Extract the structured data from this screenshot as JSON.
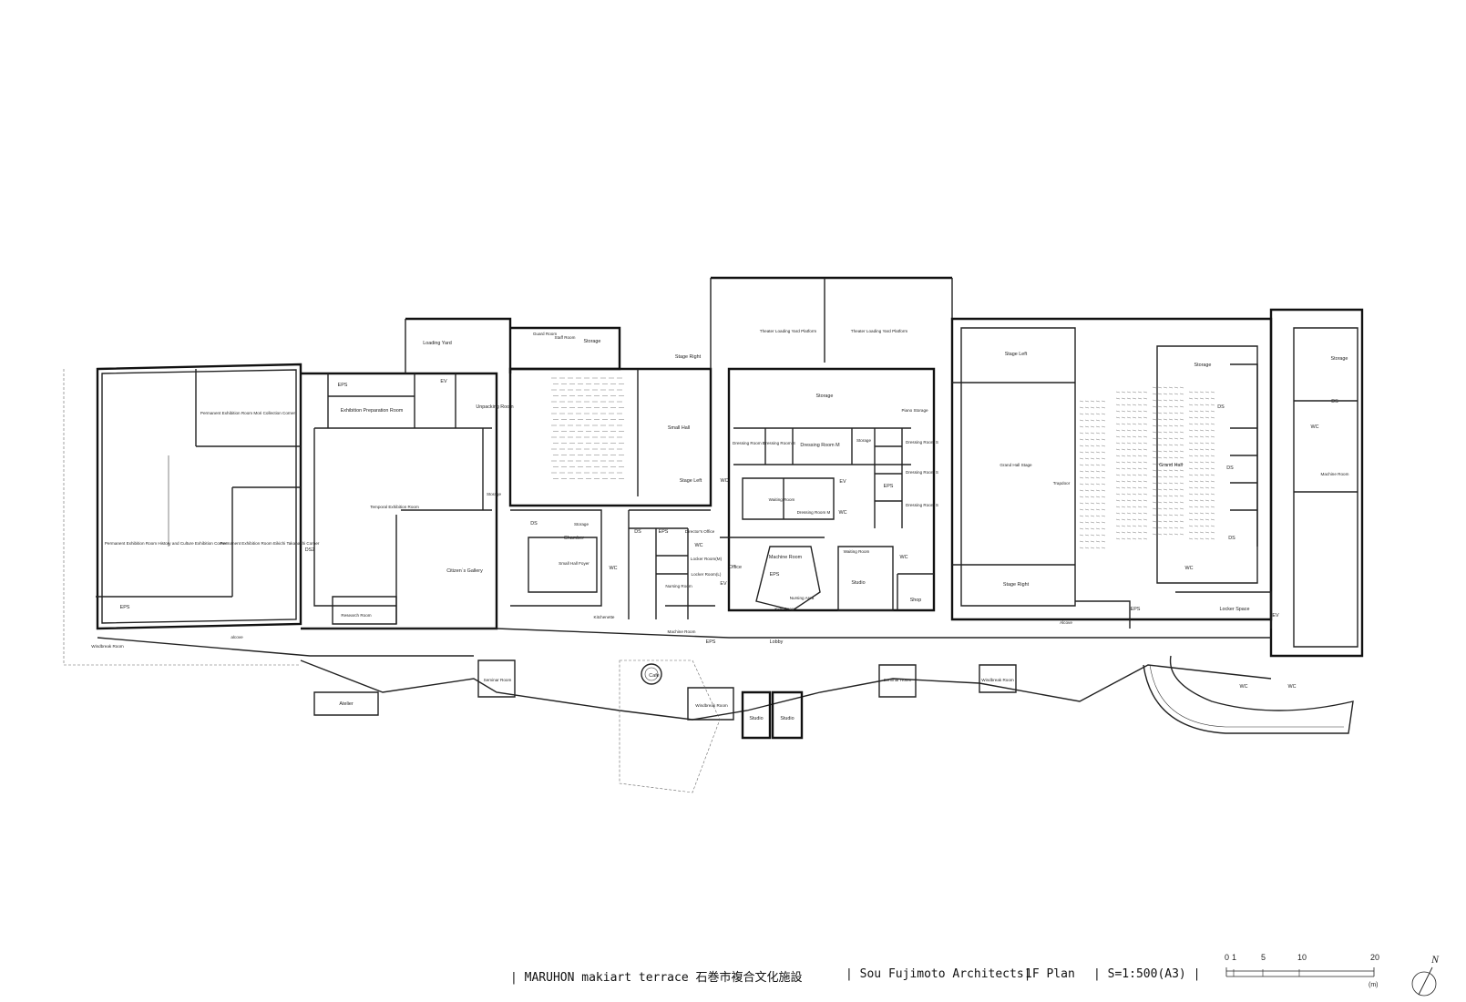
{
  "rooms": [
    {
      "id": "loading-yard",
      "label": "Loading Yard"
    },
    {
      "id": "guard-room",
      "label": "Guard Room"
    },
    {
      "id": "staff-room",
      "label": "Staff Room"
    },
    {
      "id": "storage-top",
      "label": "Storage"
    },
    {
      "id": "stage-right-small",
      "label": "Stage Right"
    },
    {
      "id": "theater-loading-1",
      "label": "Theater Loading Yard Platform"
    },
    {
      "id": "theater-loading-2",
      "label": "Theater Loading Yard Platform"
    },
    {
      "id": "stage-left-grand",
      "label": "Stage Left"
    },
    {
      "id": "storage-grand-back",
      "label": "Storage"
    },
    {
      "id": "storage-far-right",
      "label": "Storage"
    },
    {
      "id": "eps-1",
      "label": "EPS"
    },
    {
      "id": "ev-1",
      "label": "EV"
    },
    {
      "id": "unpacking-room",
      "label": "Unpacking Room"
    },
    {
      "id": "exhibition-prep",
      "label": "Exhibition Preparation Room"
    },
    {
      "id": "perm-mori",
      "label": "Permanent Exhibition Room Mori Collection Corner"
    },
    {
      "id": "small-hall",
      "label": "Small Hall"
    },
    {
      "id": "storage-center",
      "label": "Storage"
    },
    {
      "id": "piano-storage",
      "label": "Piano Storage"
    },
    {
      "id": "dressing-s1",
      "label": "Dressing Room S"
    },
    {
      "id": "dressing-s2",
      "label": "Dressing Room S"
    },
    {
      "id": "dressing-m1",
      "label": "Dressing Room M"
    },
    {
      "id": "storage-small",
      "label": "Storage"
    },
    {
      "id": "dressing-s3",
      "label": "Dressing Room S"
    },
    {
      "id": "dressing-s4",
      "label": "Dressing Room S"
    },
    {
      "id": "dressing-s5",
      "label": "Dressing Room S"
    },
    {
      "id": "grand-hall-stage",
      "label": "Grand Hall Stage"
    },
    {
      "id": "trapdoor",
      "label": "Trapdoor"
    },
    {
      "id": "grand-hall",
      "label": "Grand Hall"
    },
    {
      "id": "ds-1",
      "label": "DS"
    },
    {
      "id": "ds-2",
      "label": "DS"
    },
    {
      "id": "ds-3",
      "label": "DS"
    },
    {
      "id": "ds-4",
      "label": "DS"
    },
    {
      "id": "wc-right",
      "label": "WC"
    },
    {
      "id": "machine-room-right",
      "label": "Machine Room"
    },
    {
      "id": "stage-left-small",
      "label": "Stage Left"
    },
    {
      "id": "wc-1",
      "label": "WC"
    },
    {
      "id": "storage-mid",
      "label": "Storage"
    },
    {
      "id": "waiting-room-1",
      "label": "Waiting Room"
    },
    {
      "id": "dressing-m2",
      "label": "Dressing Room M"
    },
    {
      "id": "ev-2",
      "label": "EV"
    },
    {
      "id": "eps-2",
      "label": "EPS"
    },
    {
      "id": "wc-2",
      "label": "WC"
    },
    {
      "id": "temporal-exhibition",
      "label": "Temporal Exhibition Room"
    },
    {
      "id": "storage-chamber",
      "label": "Storage"
    },
    {
      "id": "chamber",
      "label": "Chamber"
    },
    {
      "id": "ds-left",
      "label": "DS"
    },
    {
      "id": "ds-mid",
      "label": "DS"
    },
    {
      "id": "eps-3",
      "label": "EPS"
    },
    {
      "id": "director-office",
      "label": "Director's Office"
    },
    {
      "id": "wc-3",
      "label": "WC"
    },
    {
      "id": "perm-history",
      "label": "Permanent Exhibition Room History and Culture Exhibition Corner"
    },
    {
      "id": "perm-eikichi",
      "label": "Permanent Exhibition Room Eikichi Takahashi Corner"
    },
    {
      "id": "ds2",
      "label": "DS2"
    },
    {
      "id": "citizens-gallery",
      "label": "Citizen`s Gallery"
    },
    {
      "id": "small-hall-foyer",
      "label": "Small Hall Foyer"
    },
    {
      "id": "wc-4",
      "label": "WC"
    },
    {
      "id": "locker-room-m",
      "label": "Locker Room(M)"
    },
    {
      "id": "locker-room-l",
      "label": "Locker Room(L)"
    },
    {
      "id": "office",
      "label": "Office"
    },
    {
      "id": "machine-room-center",
      "label": "Machine Room"
    },
    {
      "id": "waiting-room-2",
      "label": "Waiting Room"
    },
    {
      "id": "eps-4",
      "label": "EPS"
    },
    {
      "id": "ev-3",
      "label": "EV"
    },
    {
      "id": "studio-main",
      "label": "Studio"
    },
    {
      "id": "wc-5",
      "label": "WC"
    },
    {
      "id": "shop",
      "label": "Shop"
    },
    {
      "id": "stage-right-grand",
      "label": "Stage Right"
    },
    {
      "id": "wc-6",
      "label": "WC"
    },
    {
      "id": "eps-5",
      "label": "EPS"
    },
    {
      "id": "locker-space",
      "label": "Locker Space"
    },
    {
      "id": "ev-4",
      "label": "EV"
    },
    {
      "id": "nursing-room",
      "label": "Nursing Room"
    },
    {
      "id": "nursing-area",
      "label": "Nursing Area"
    },
    {
      "id": "kids-space",
      "label": "Kids Space"
    },
    {
      "id": "eps-6",
      "label": "EPS"
    },
    {
      "id": "research-room",
      "label": "Research Room"
    },
    {
      "id": "kitchenette",
      "label": "Kitchenette"
    },
    {
      "id": "machine-room-lower",
      "label": "Machine Room"
    },
    {
      "id": "alcove-left",
      "label": "alcove"
    },
    {
      "id": "alcove-right",
      "label": "Alcove"
    },
    {
      "id": "lobby",
      "label": "Lobby"
    },
    {
      "id": "eps-7",
      "label": "EPS"
    },
    {
      "id": "windbreak-left",
      "label": "Windbreak Room"
    },
    {
      "id": "seminar-1",
      "label": "Seminar Room"
    },
    {
      "id": "cafe",
      "label": "Cafe"
    },
    {
      "id": "atelier",
      "label": "Atelier"
    },
    {
      "id": "windbreak-center",
      "label": "Windbreak Room"
    },
    {
      "id": "studio-a",
      "label": "Studio"
    },
    {
      "id": "studio-b",
      "label": "Studio"
    },
    {
      "id": "seminar-2",
      "label": "Seminar Room"
    },
    {
      "id": "windbreak-right",
      "label": "Windbreak Room"
    },
    {
      "id": "wc-7",
      "label": "WC"
    },
    {
      "id": "wc-8",
      "label": "WC"
    }
  ],
  "title_block": {
    "project": "| MARUHON makiart terrace 石巻市複合文化施設",
    "architect": "| Sou Fujimoto Architects|",
    "sheet": "1F Plan",
    "scale": "| S=1:500(A3) |"
  },
  "scale_bar": {
    "ticks": [
      "0",
      "1",
      "5",
      "10",
      "20"
    ],
    "unit": "(m)"
  },
  "north_label": "N"
}
